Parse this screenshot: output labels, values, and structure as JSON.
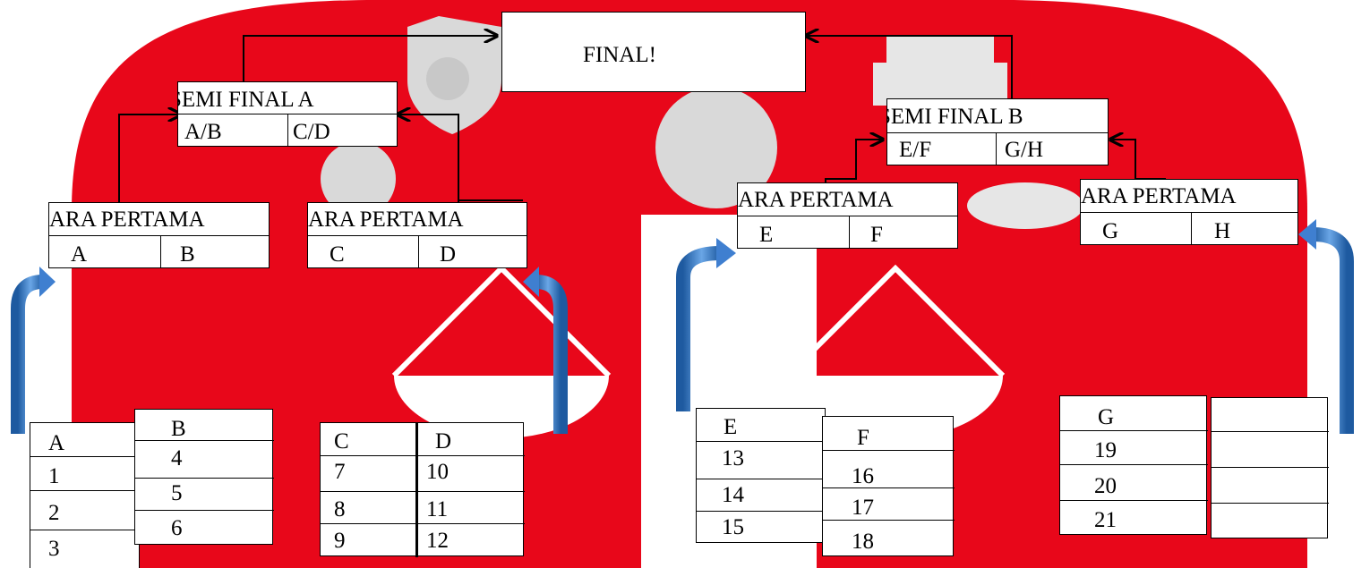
{
  "final_label": "FINAL!",
  "semi_a": {
    "title": "SEMI FINAL A",
    "left": "A/B",
    "right": "C/D"
  },
  "semi_b": {
    "title": "SEMI FINAL B",
    "left": "E/F",
    "right": "G/H"
  },
  "round1": [
    {
      "title": "ARA PERTAMA",
      "left": "A",
      "right": "B"
    },
    {
      "title": "ARA PERTAMA",
      "left": "C",
      "right": "D"
    },
    {
      "title": "ARA PERTAMA",
      "left": "E",
      "right": "F"
    },
    {
      "title": "ARA PERTAMA",
      "left": "G",
      "right": "H"
    }
  ],
  "groups": {
    "A": {
      "header": "A",
      "members": [
        "1",
        "2",
        "3"
      ]
    },
    "B": {
      "header": "B",
      "members": [
        "4",
        "5",
        "6"
      ]
    },
    "C": {
      "header": "C",
      "members": [
        "7",
        "8",
        "9"
      ]
    },
    "D": {
      "header": "D",
      "members": [
        "10",
        "11",
        "12"
      ]
    },
    "E": {
      "header": "E",
      "members": [
        "13",
        "14",
        "15"
      ]
    },
    "F": {
      "header": "F",
      "members": [
        "16",
        "17",
        "18"
      ]
    },
    "G": {
      "header": "G",
      "members": [
        "19",
        "20",
        "21"
      ]
    }
  },
  "colors": {
    "background_shape": "#e8071a",
    "watermark_grey": "#d9d9d9",
    "arrow_blue": "#4a86c8",
    "line": "#000000"
  }
}
